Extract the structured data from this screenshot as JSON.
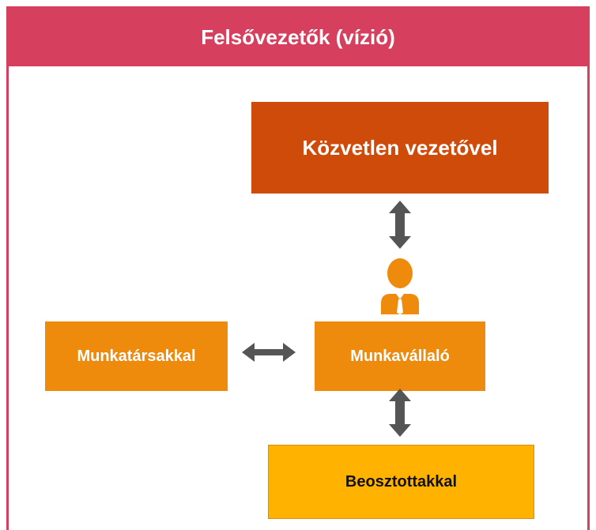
{
  "header": {
    "title": "Felsővezetők (vízió)"
  },
  "boxes": {
    "manager": "Közvetlen vezetővel",
    "colleagues": "Munkatársakkal",
    "employee": "Munkavállaló",
    "subordinates": "Beosztottakkal"
  },
  "icons": {
    "person": "person-with-tie-icon",
    "arrow_vertical": "double-arrow-vertical-icon",
    "arrow_horizontal": "double-arrow-horizontal-icon"
  },
  "colors": {
    "header_bg": "#d63f5e",
    "manager_box": "#cf4b0a",
    "employee_box": "#ee8a0c",
    "subordinates_box": "#ffb300",
    "arrow": "#555555",
    "person": "#ee8a0c"
  }
}
